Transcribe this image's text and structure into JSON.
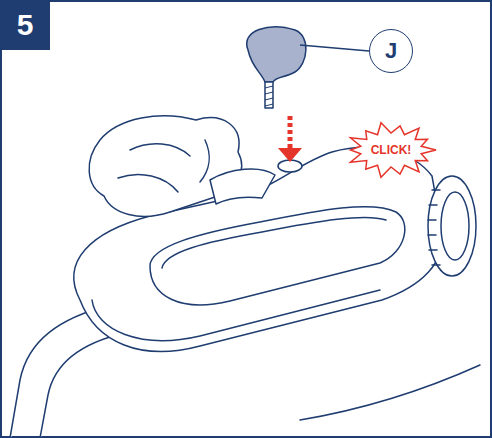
{
  "diagram": {
    "nodes": [
      {
        "text": [
          "5"
        ]
      },
      {
        "text": [
          "J"
        ]
      },
      {
        "text": [
          "CLICK!"
        ]
      }
    ]
  }
}
